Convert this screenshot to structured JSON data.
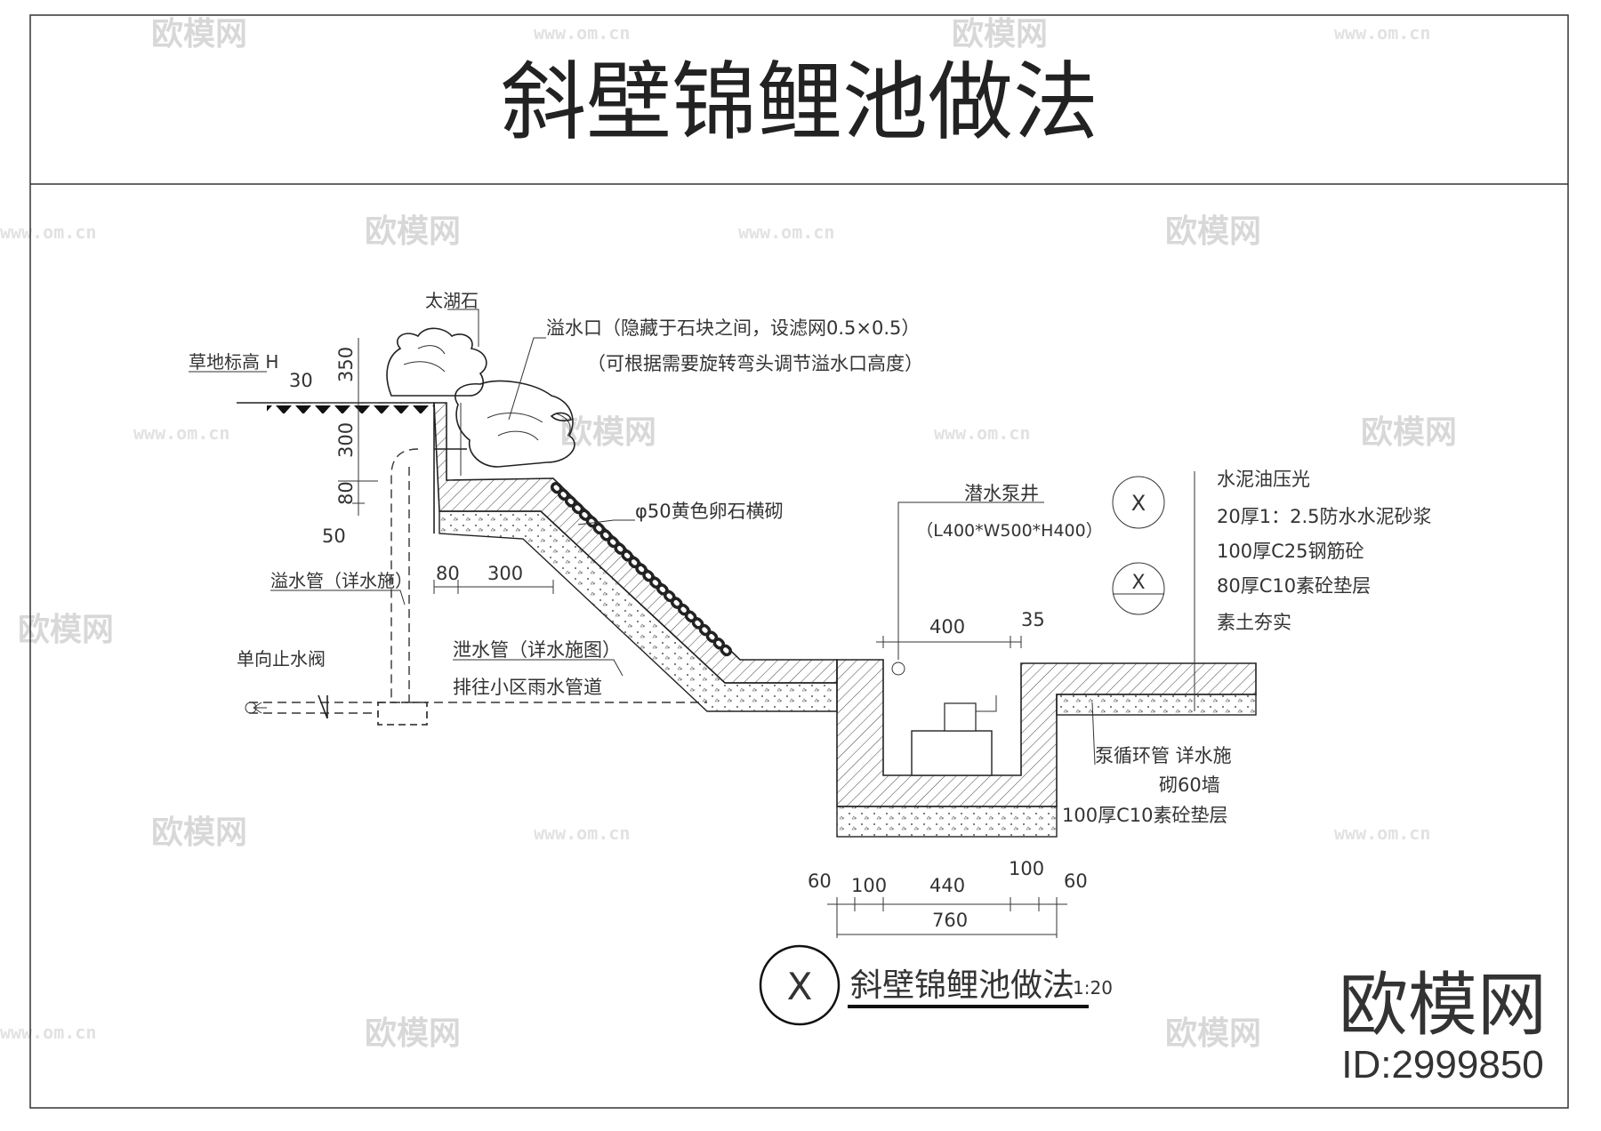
{
  "title": "斜壁锦鲤池做法",
  "labels": {
    "rock": "太湖石",
    "overflow_outlet": "溢水口（隐藏于石块之间，设滤网0.5×0.5）",
    "overflow_outlet_note": "（可根据需要旋转弯头调节溢水口高度）",
    "lawn_level": "草地标高 H",
    "overflow_pipe": "溢水管（详水施）",
    "check_valve": "单向止水阀",
    "pebbles": "φ50黄色卵石横砌",
    "drain_pipe": "泄水管（详水施图）",
    "drain_to": "排往小区雨水管道",
    "pump_well": "潜水泵井",
    "pump_well_size": "（L400*W500*H400）",
    "layer_1": "水泥油压光",
    "layer_2": "20厚1：2.5防水水泥砂浆",
    "layer_3": "100厚C25钢筋砼",
    "layer_4": "80厚C10素砼垫层",
    "layer_5": "素土夯实",
    "pump_pipe": "泵循环管 详水施",
    "wall": "砌60墙",
    "pit_cushion": "100厚C10素砼垫层"
  },
  "dims": {
    "d30": "30",
    "d350": "350",
    "d300v": "300",
    "d80v": "80",
    "d50": "50",
    "d80": "80",
    "d300": "300",
    "d400": "400",
    "d35": "35",
    "b60a": "60",
    "b100a": "100",
    "b440": "440",
    "b100b": "100",
    "b60b": "60",
    "b760": "760"
  },
  "legend": {
    "symbol": "X",
    "name": "斜壁锦鲤池做法",
    "scale": "1:20"
  },
  "section_marks": {
    "mark_1": "X",
    "mark_2": "X"
  },
  "watermark": {
    "brand": "欧模网",
    "site": "www.om.cn",
    "id": "ID:2999850"
  }
}
